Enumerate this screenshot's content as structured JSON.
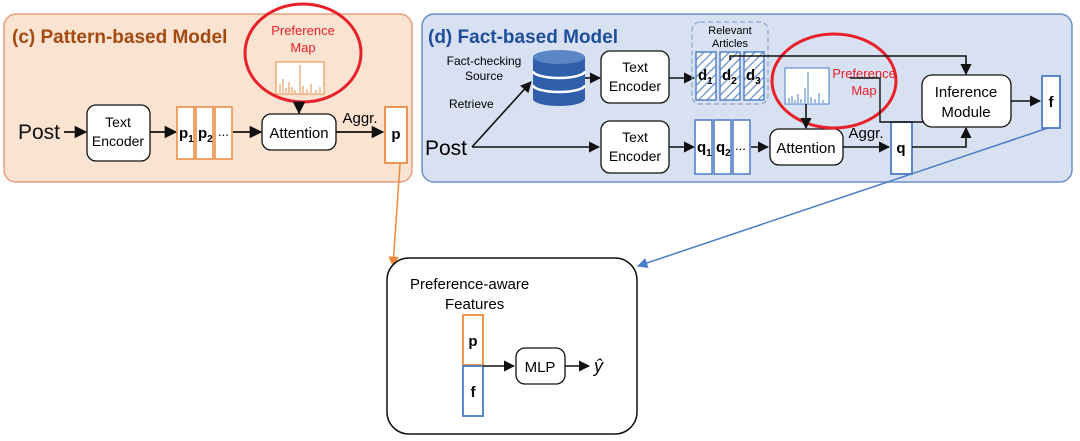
{
  "pattern_panel": {
    "title": "(c) Pattern-based Model",
    "post": "Post",
    "encoder_line1": "Text",
    "encoder_line2": "Encoder",
    "token1_base": "p",
    "token1_sub": "1",
    "token2_base": "p",
    "token2_sub": "2",
    "token_more": "...",
    "attention": "Attention",
    "aggr": "Aggr.",
    "output": "p",
    "pref_line1": "Preference",
    "pref_line2": "Map"
  },
  "fact_panel": {
    "title": "(d) Fact-based Model",
    "source_line1": "Fact-checking",
    "source_line2": "Source",
    "retrieve": "Retrieve",
    "post": "Post",
    "encoder_top_line1": "Text",
    "encoder_top_line2": "Encoder",
    "encoder_bottom_line1": "Text",
    "encoder_bottom_line2": "Encoder",
    "articles_line1": "Relevant",
    "articles_line2": "Articles",
    "d1_base": "d",
    "d1_sub": "1",
    "d2_base": "d",
    "d2_sub": "2",
    "d3_base": "d",
    "d3_sub": "3",
    "q1_base": "q",
    "q1_sub": "1",
    "q2_base": "q",
    "q2_sub": "2",
    "q_more": "...",
    "pref_line1": "Preference",
    "pref_line2": "Map",
    "attention": "Attention",
    "aggr": "Aggr.",
    "q_output": "q",
    "inference_line1": "Inference",
    "inference_line2": "Module",
    "f_output": "f"
  },
  "fusion": {
    "title_line1": "Preference-aware",
    "title_line2": "Features",
    "p": "p",
    "f": "f",
    "mlp": "MLP",
    "y_hat": "ŷ"
  },
  "colors": {
    "pattern_bg": "#fbe3d2",
    "pattern_border": "#e8a07a",
    "pattern_title": "#a34a12",
    "fact_bg": "#d8e1f1",
    "fact_border": "#6b8fc9",
    "fact_title": "#1f4e9c",
    "orange": "#ec8a3d",
    "blue": "#4a7cc7",
    "red": "#e8202a",
    "db": "#2f5fa8"
  }
}
